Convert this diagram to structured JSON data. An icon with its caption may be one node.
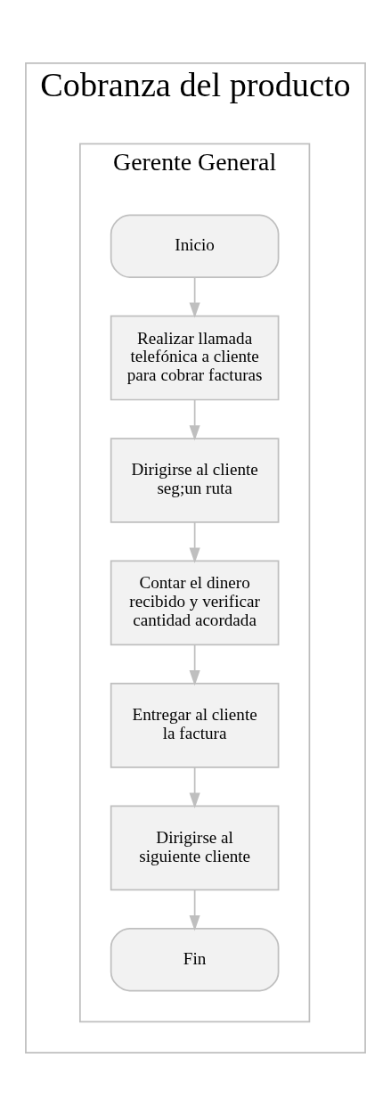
{
  "diagram": {
    "nodes": [
      {
        "text": [
          "Cobranza del producto"
        ]
      },
      {
        "text": [
          "Gerente General"
        ],
        "in": 0
      },
      {
        "text": [
          "Inicio"
        ],
        "in": 1
      },
      {
        "text": [
          "Realizar llamada telefónica a cliente para cobrar facturas"
        ],
        "in": 1
      },
      {
        "text": [
          "Dirigirse al cliente seg;un ruta"
        ],
        "in": 1
      },
      {
        "text": [
          "Contar el dinero recibido y verificar cantidad acordada"
        ],
        "in": 1
      },
      {
        "text": [
          "Entregar al cliente la factura"
        ],
        "in": 1
      },
      {
        "text": [
          "Dirigirse al siguiente cliente"
        ],
        "in": 1
      },
      {
        "text": [
          "Fin"
        ],
        "in": 1
      }
    ],
    "edges": [
      {
        "from": 2,
        "to": 3,
        "arrow": "to"
      },
      {
        "from": 3,
        "to": 4,
        "arrow": "to"
      },
      {
        "from": 4,
        "to": 5,
        "arrow": "to"
      },
      {
        "from": 5,
        "to": 6,
        "arrow": "to"
      },
      {
        "from": 6,
        "to": 7,
        "arrow": "to"
      },
      {
        "from": 7,
        "to": 8,
        "arrow": "to"
      }
    ]
  }
}
